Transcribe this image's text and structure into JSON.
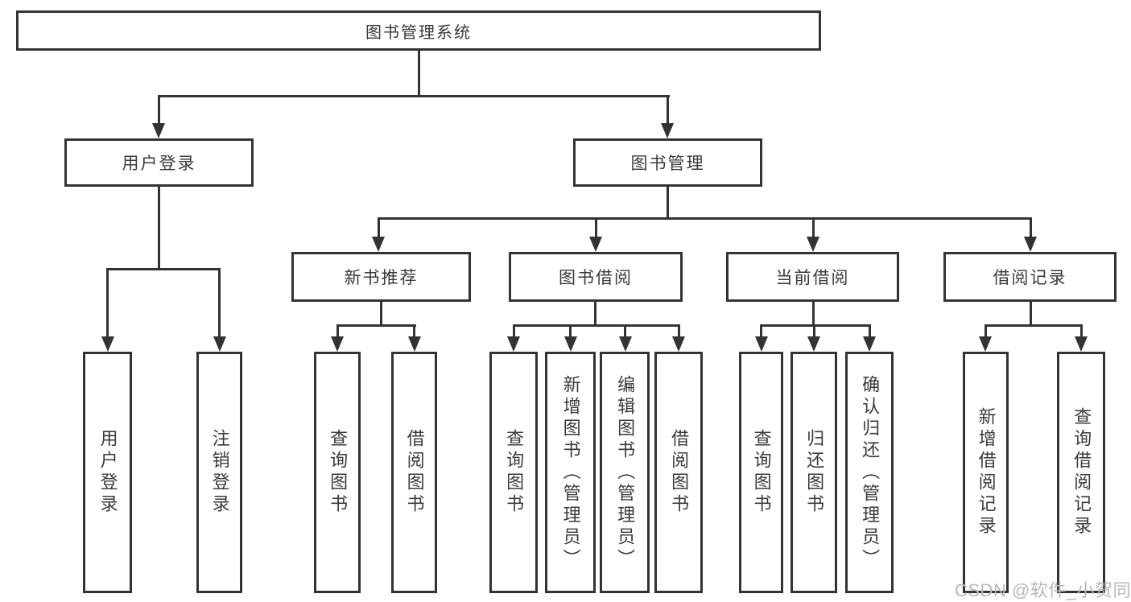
{
  "diagram": {
    "root_label": "图书管理系统",
    "level2": [
      {
        "label": "用户登录"
      },
      {
        "label": "图书管理"
      }
    ],
    "level3": [
      {
        "label": "新书推荐"
      },
      {
        "label": "图书借阅"
      },
      {
        "label": "当前借阅"
      },
      {
        "label": "借阅记录"
      }
    ],
    "leaves": [
      {
        "label": "用户登录"
      },
      {
        "label": "注销登录"
      },
      {
        "label": "查询图书"
      },
      {
        "label": "借阅图书"
      },
      {
        "label": "查询图书"
      },
      {
        "label": "新增图书（管理员）"
      },
      {
        "label": "编辑图书（管理员）"
      },
      {
        "label": "借阅图书"
      },
      {
        "label": "查询图书"
      },
      {
        "label": "归还图书"
      },
      {
        "label": "确认归还（管理员）"
      },
      {
        "label": "新增借阅记录"
      },
      {
        "label": "查询借阅记录"
      }
    ]
  },
  "watermark": {
    "text": "CSDN @软件_小贺同学"
  },
  "colors": {
    "line": "#333333",
    "text": "#3a3a3a",
    "watermark": "#b9b9b9",
    "background": "#ffffff"
  }
}
